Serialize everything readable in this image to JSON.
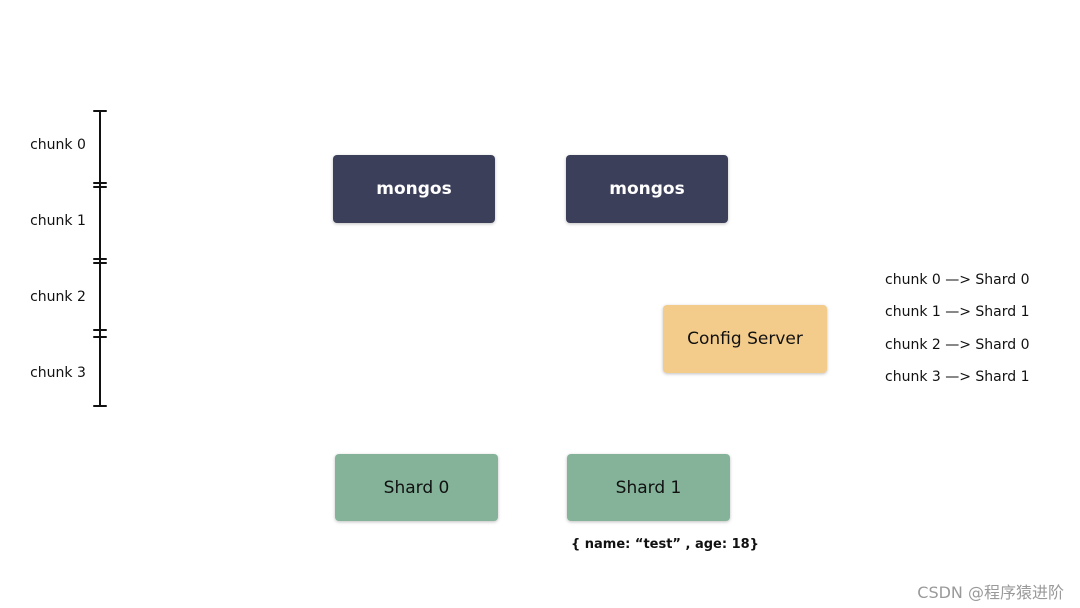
{
  "chunks": [
    {
      "label": "chunk 0"
    },
    {
      "label": "chunk 1"
    },
    {
      "label": "chunk 2"
    },
    {
      "label": "chunk 3"
    }
  ],
  "routers": [
    {
      "label": "mongos"
    },
    {
      "label": "mongos"
    }
  ],
  "config_server": {
    "label": "Config Server"
  },
  "shards": [
    {
      "label": "Shard 0"
    },
    {
      "label": "Shard 1"
    }
  ],
  "mapping": [
    "chunk 0 —>  Shard 0",
    "chunk 1 —>  Shard 1",
    "chunk 2 —>  Shard 0",
    "chunk 3 —>  Shard 1"
  ],
  "document_example": "{ name: “test”  , age: 18}",
  "watermark": "CSDN @程序猿进阶",
  "colors": {
    "mongos": "#3c3f5a",
    "config_server": "#f3cc8b",
    "shard": "#84b39a"
  }
}
